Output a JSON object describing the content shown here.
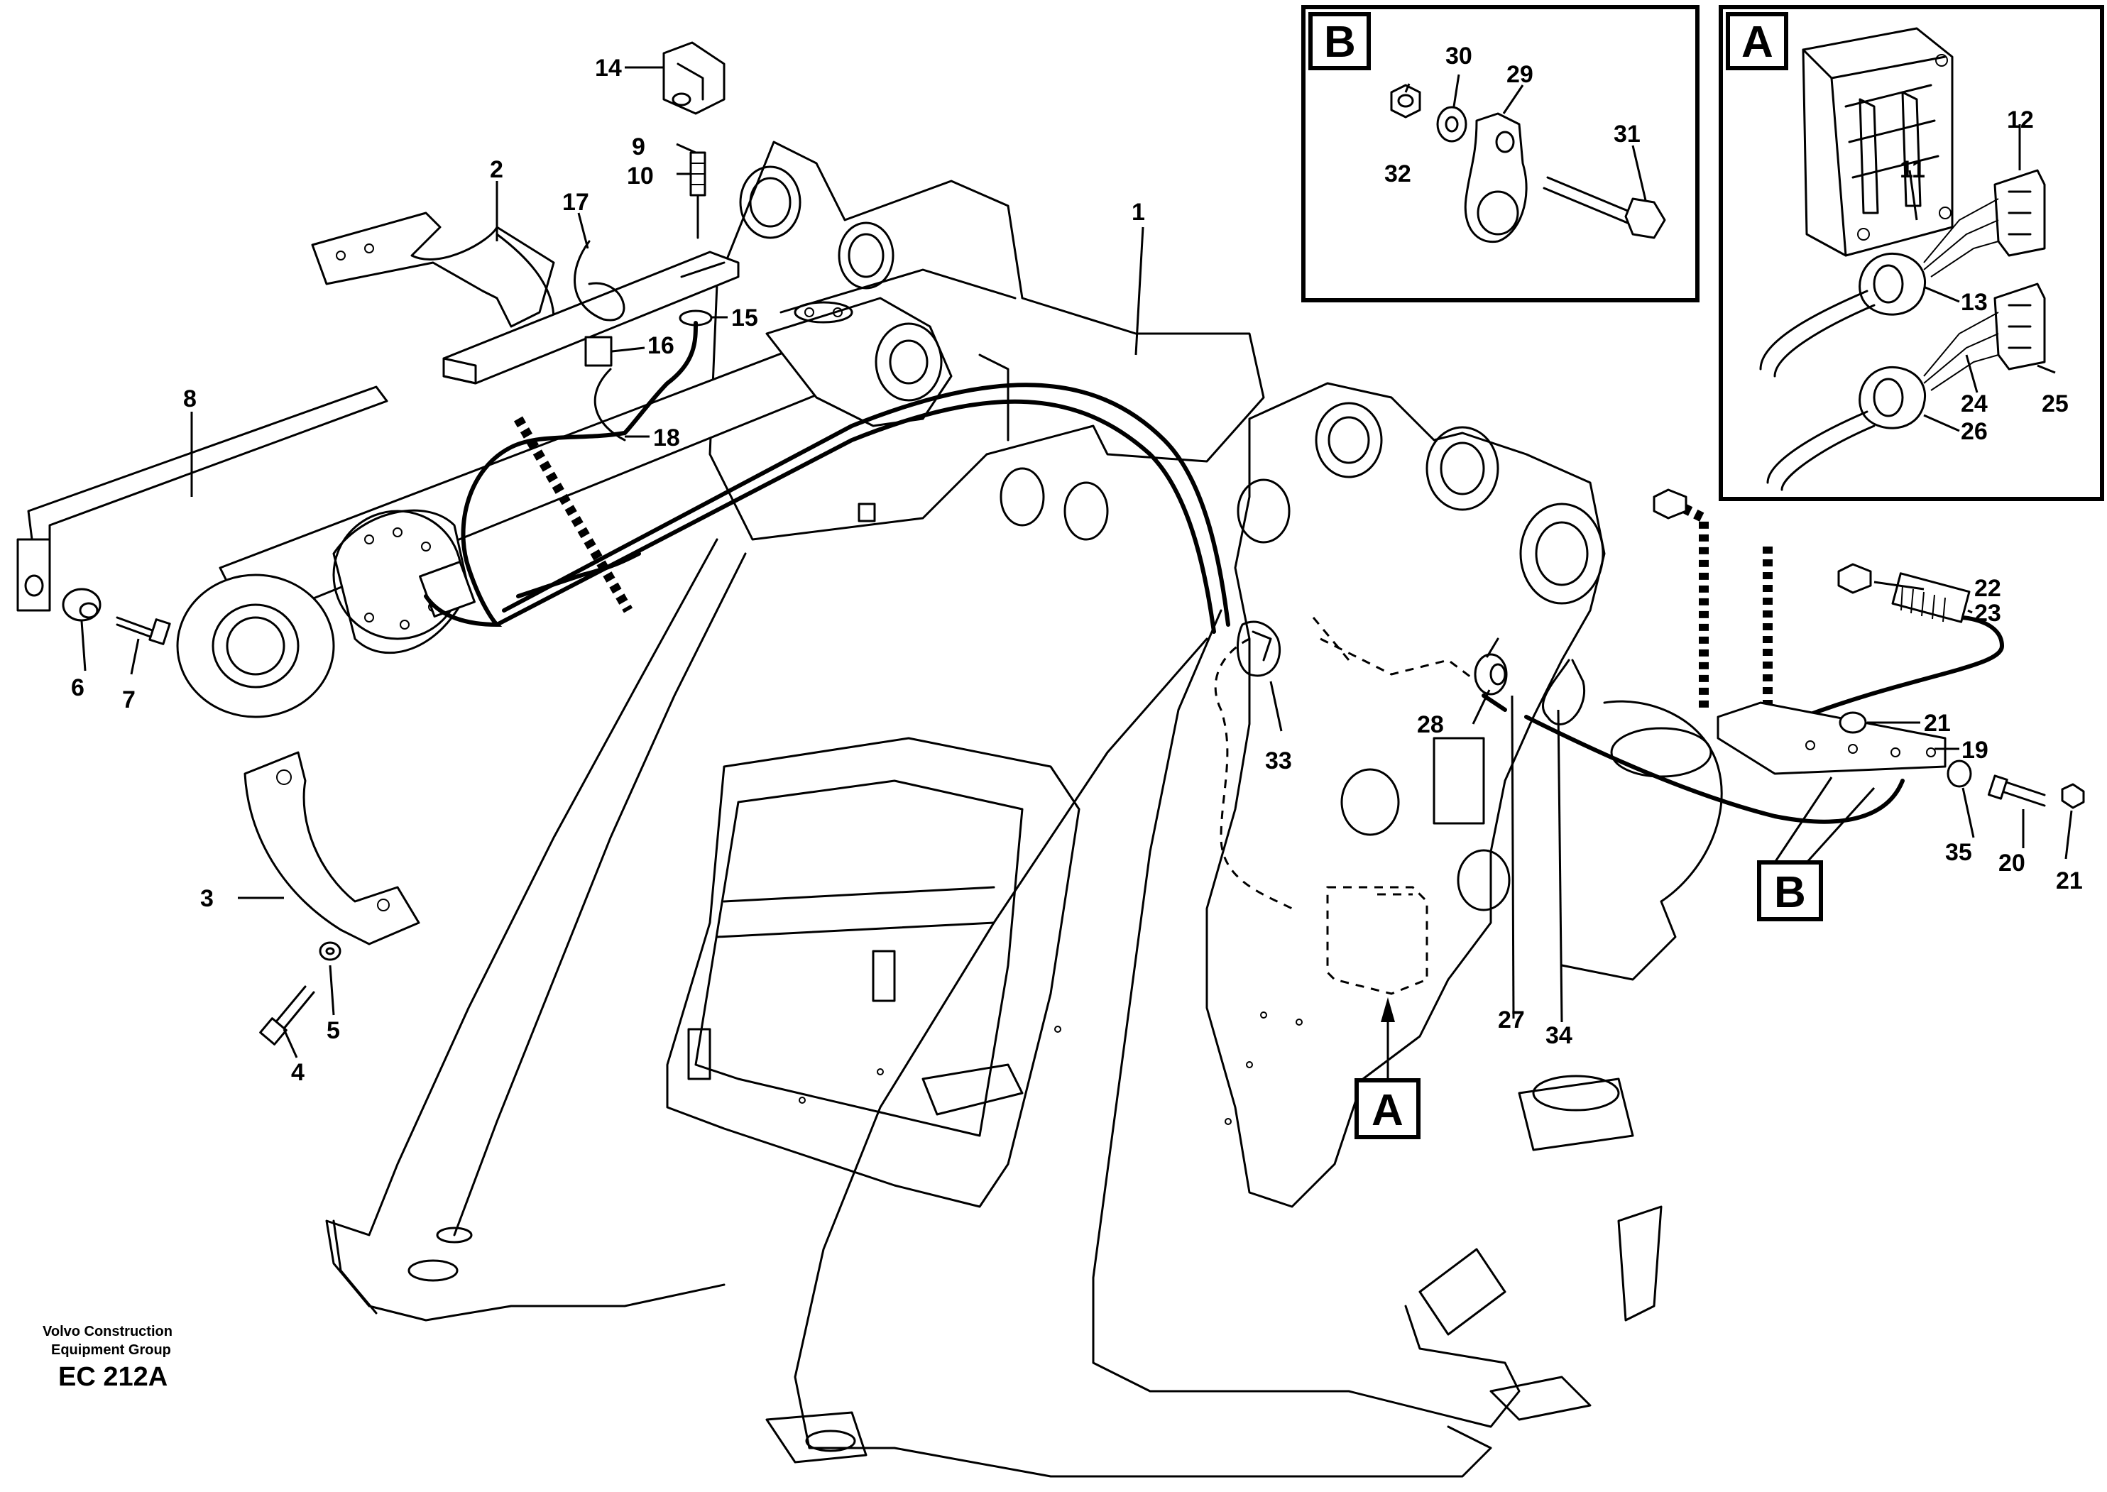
{
  "callouts": {
    "n1": "1",
    "n2": "2",
    "n3": "3",
    "n4": "4",
    "n5": "5",
    "n6": "6",
    "n7": "7",
    "n8": "8",
    "n9": "9",
    "n10": "10",
    "n11": "11",
    "n12": "12",
    "n13": "13",
    "n14": "14",
    "n15": "15",
    "n16": "16",
    "n17": "17",
    "n18": "18",
    "n19": "19",
    "n20": "20",
    "n21a": "21",
    "n21b": "21",
    "n22": "22",
    "n23": "23",
    "n24": "24",
    "n25": "25",
    "n26": "26",
    "n27": "27",
    "n28": "28",
    "n29": "29",
    "n30": "30",
    "n31": "31",
    "n32": "32",
    "n33": "33",
    "n34": "34",
    "n35": "35"
  },
  "detail_refs": {
    "panel_b": "B",
    "panel_a": "A",
    "ref_a": "A",
    "ref_b": "B"
  },
  "footer": {
    "line1": "Volvo Construction",
    "line2": "Equipment Group",
    "code": "EC 212A"
  }
}
